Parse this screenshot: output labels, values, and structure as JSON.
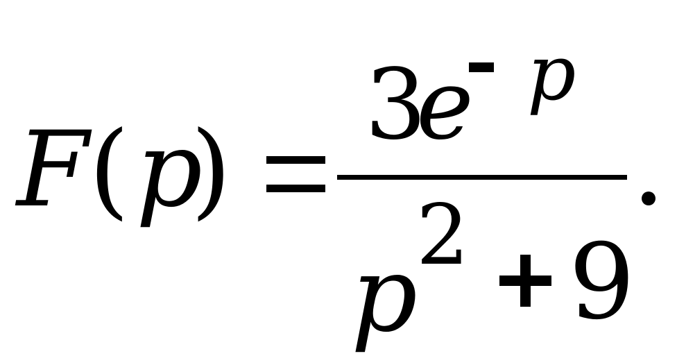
{
  "formula": {
    "lhs": {
      "function_name": "F",
      "open_paren": "(",
      "argument": "p",
      "close_paren": ")"
    },
    "relation": "=",
    "numerator": {
      "coefficient": "3",
      "base": "e",
      "exponent_sign": "-",
      "exponent_var": "p"
    },
    "denominator": {
      "var": "p",
      "power": "2",
      "operator": "+",
      "constant": "9"
    },
    "terminator": "."
  }
}
